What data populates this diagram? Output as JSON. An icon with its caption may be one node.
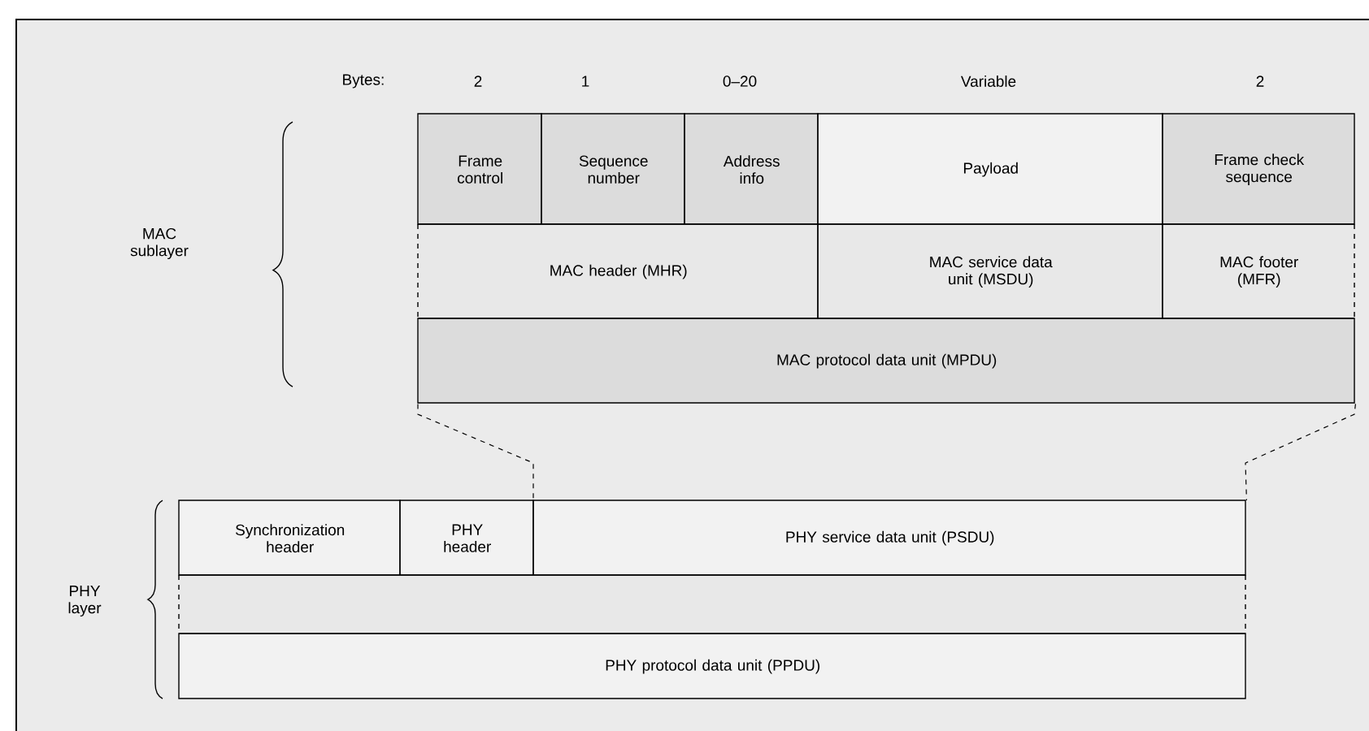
{
  "diagram": {
    "nodes": [
      {
        "text": [
          "Frame control"
        ]
      },
      {
        "text": [
          "Sequence number"
        ]
      },
      {
        "text": [
          "Address info"
        ]
      },
      {
        "text": [
          "Payload"
        ]
      },
      {
        "text": [
          "Frame check sequence"
        ]
      },
      {
        "text": [
          "MAC header (MHR)"
        ]
      },
      {
        "text": [
          "MAC service data unit (MSDU)"
        ]
      },
      {
        "text": [
          "MAC footer (MFR)"
        ]
      },
      {
        "text": [
          "MAC protocol data unit (MPDU)"
        ]
      },
      {
        "text": [
          "Synchronization header"
        ]
      },
      {
        "text": [
          "PHY header"
        ]
      },
      {
        "text": [
          "PHY service data unit (PSDU)"
        ]
      },
      {
        "text": [],
        "shape": "box"
      },
      {
        "text": [
          "PHY protocol data unit (PPDU)"
        ]
      }
    ],
    "edges": [
      {
        "from": 8,
        "to": 11,
        "arrow": "none",
        "style": "dashed"
      },
      {
        "from": 8,
        "to": 11,
        "arrow": "none",
        "style": "dashed"
      }
    ],
    "labels": [
      "Bytes:",
      "2",
      "1",
      "0–20",
      "Variable",
      "2",
      "MAC sublayer",
      "PHY layer"
    ]
  }
}
